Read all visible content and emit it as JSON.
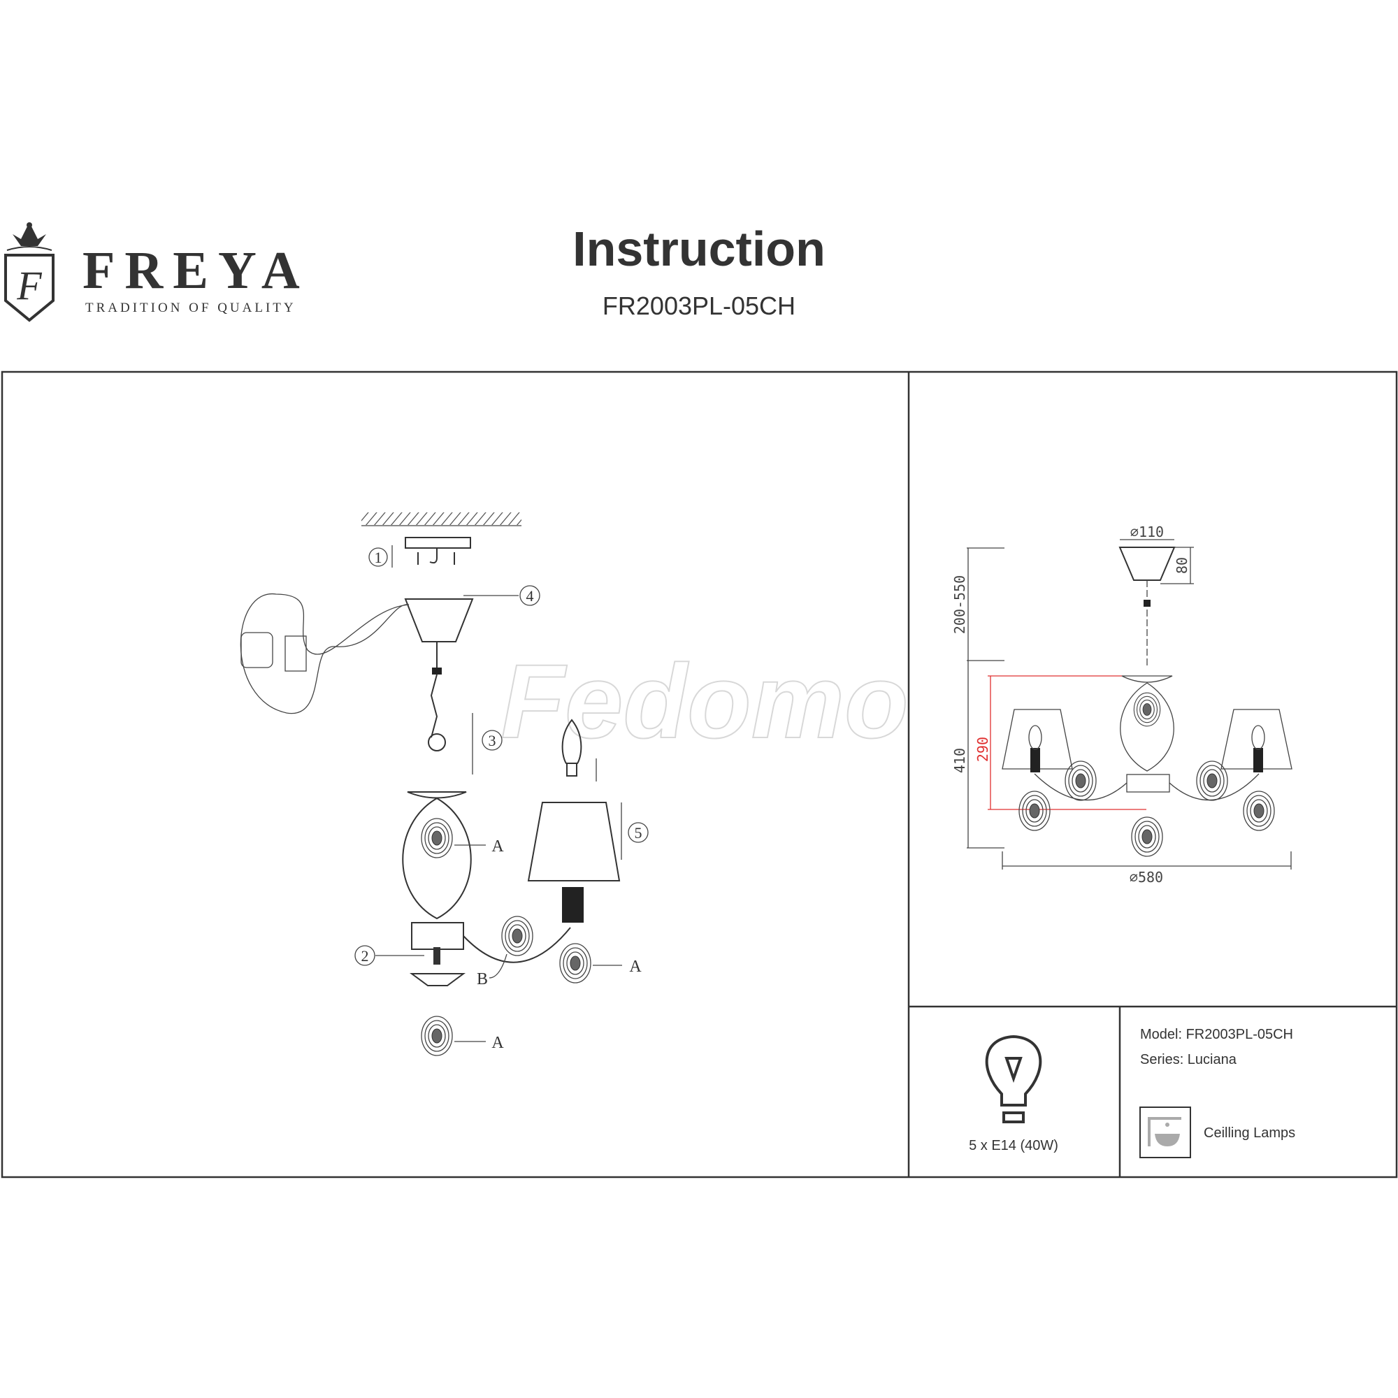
{
  "brand": {
    "name": "FREYA",
    "tagline": "TRADITION OF QUALITY",
    "logo_letter": "F"
  },
  "header": {
    "title": "Instruction",
    "model": "FR2003PL-05CH"
  },
  "assembly": {
    "steps": [
      "1",
      "2",
      "3",
      "4",
      "5"
    ],
    "part_labels": {
      "a": "A",
      "b": "B"
    },
    "watermark": "Fedomo"
  },
  "dimensions": {
    "canopy_diameter": "⌀110",
    "canopy_height": "80",
    "chain_length": "200-550",
    "body_height": "410",
    "arm_height": "290",
    "overall_diameter": "⌀580",
    "accent_color": "#e03030"
  },
  "specs": {
    "bulb": "5 x E14 (40W)",
    "model": "Model: FR2003PL-05CH",
    "series": "Series: Luciana",
    "category": "Ceilling Lamps"
  }
}
